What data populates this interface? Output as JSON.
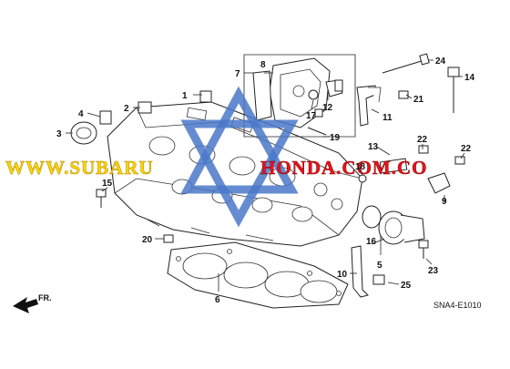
{
  "diagram": {
    "code": "SNA4-E1010",
    "direction_label": "FR.",
    "watermark": {
      "left": "WWW.SUBARU",
      "right": "HONDA.COM.CO",
      "left_color": "#ffd400",
      "right_color": "#e8141c",
      "star_color": "#4a78c8"
    },
    "callouts": [
      "1",
      "2",
      "3",
      "4",
      "5",
      "6",
      "7",
      "8",
      "9",
      "10",
      "11",
      "12",
      "13",
      "14",
      "15",
      "16",
      "17",
      "18",
      "19",
      "20",
      "21",
      "22",
      "22",
      "23",
      "24",
      "25"
    ]
  }
}
